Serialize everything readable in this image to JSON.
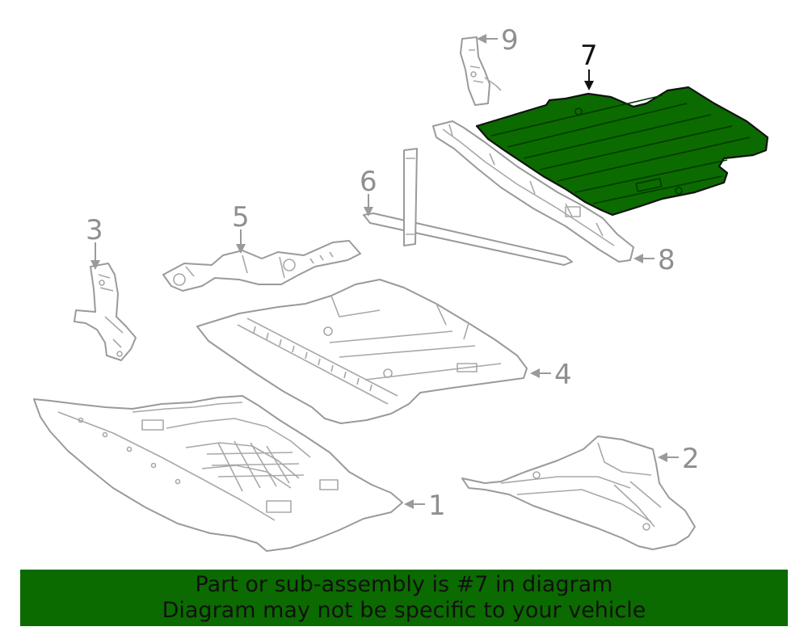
{
  "diagram": {
    "highlight_color": "#0b6b00",
    "highlighted_part": "7",
    "callouts": [
      {
        "id": "1",
        "label": "1"
      },
      {
        "id": "2",
        "label": "2"
      },
      {
        "id": "3",
        "label": "3"
      },
      {
        "id": "4",
        "label": "4"
      },
      {
        "id": "5",
        "label": "5"
      },
      {
        "id": "6",
        "label": "6"
      },
      {
        "id": "7",
        "label": "7"
      },
      {
        "id": "8",
        "label": "8"
      },
      {
        "id": "9",
        "label": "9"
      }
    ]
  },
  "banner": {
    "line1": "Part or sub-assembly is #7 in diagram",
    "line2": "Diagram may not be specific to your vehicle"
  }
}
